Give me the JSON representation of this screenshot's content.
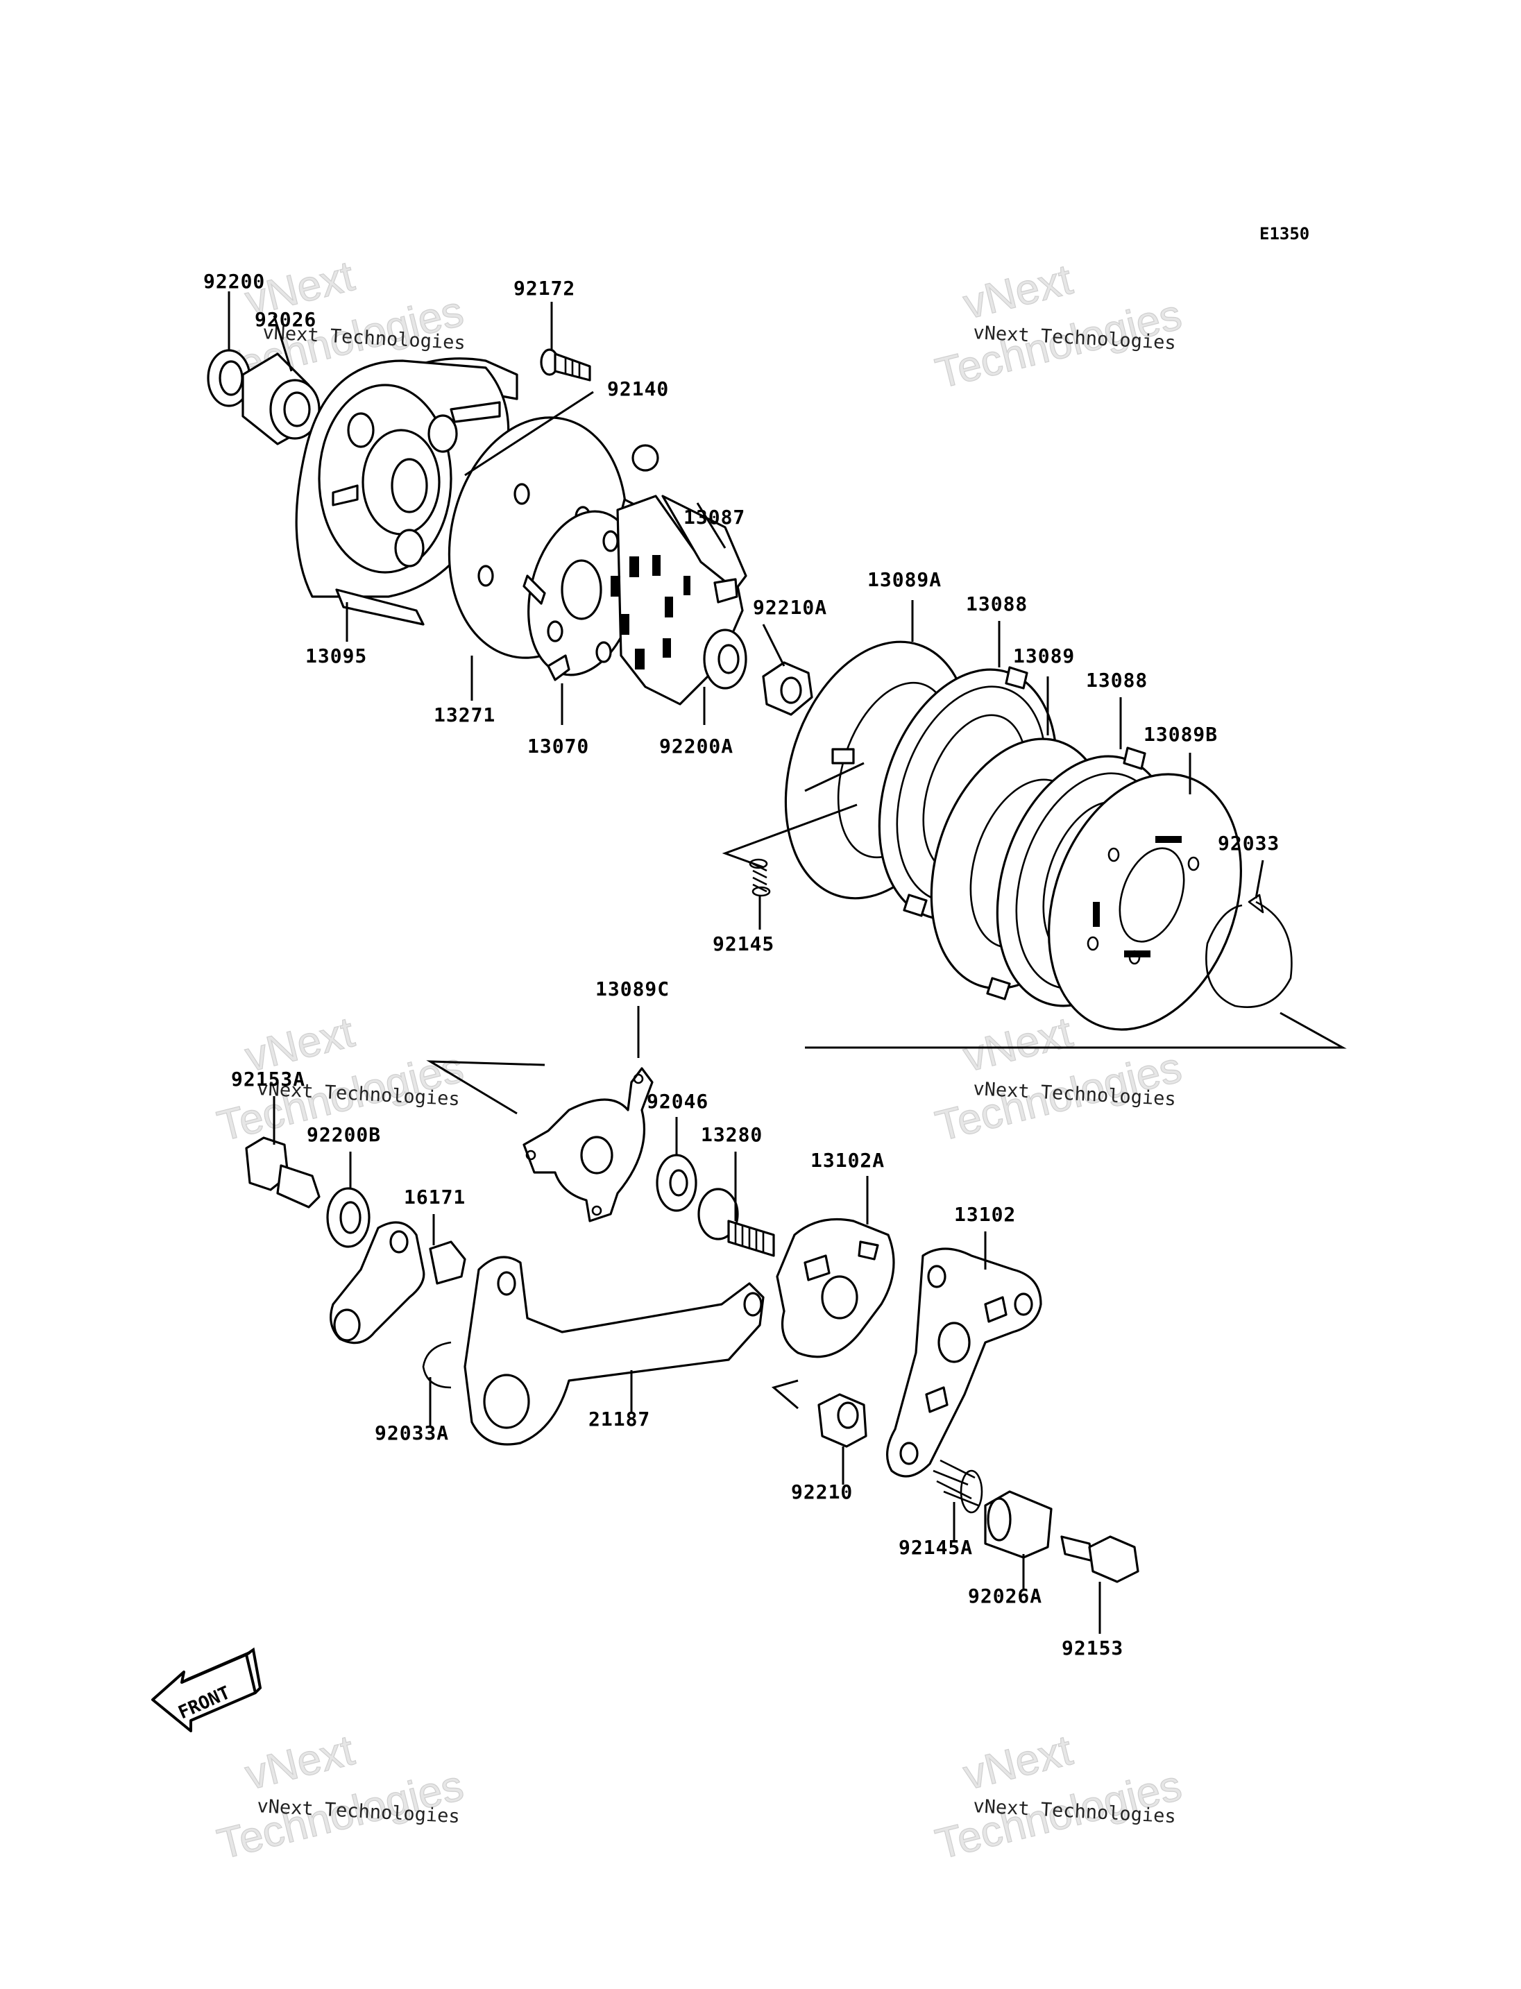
{
  "diagram": {
    "code": "E1350",
    "watermark": "vNext Technologies",
    "watermark_big_1": "vNext",
    "watermark_big_2": "Technologies",
    "front_label": "FRONT",
    "parts": {
      "p92200": "92200",
      "p92026": "92026",
      "p92172": "92172",
      "p92140": "92140",
      "p13087": "13087",
      "p13095": "13095",
      "p13271": "13271",
      "p13070": "13070",
      "p92200A": "92200A",
      "p92210A": "92210A",
      "p13089A": "13089A",
      "p13088a": "13088",
      "p13089": "13089",
      "p13088b": "13088",
      "p13089B": "13089B",
      "p92033": "92033",
      "p92145": "92145",
      "p13089C": "13089C",
      "p92153A": "92153A",
      "p92200B": "92200B",
      "p16171": "16171",
      "p92046": "92046",
      "p13280": "13280",
      "p13102A": "13102A",
      "p13102": "13102",
      "p92033A": "92033A",
      "p21187": "21187",
      "p92210": "92210",
      "p92145A": "92145A",
      "p92026A": "92026A",
      "p92153": "92153"
    }
  }
}
